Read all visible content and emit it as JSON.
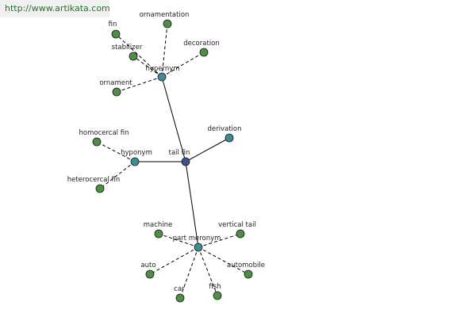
{
  "site_url": "http://www.artikata.com",
  "graph": {
    "center": {
      "id": "tailfin",
      "label": "tail fin",
      "color": "#3f4f91"
    },
    "relations": [
      {
        "id": "hypernym",
        "label": "hypernym",
        "color": "#3d8c95",
        "children": [
          {
            "id": "fin",
            "label": "fin"
          },
          {
            "id": "ornamentation",
            "label": "ornamentation"
          },
          {
            "id": "stabilizer",
            "label": "stabilizer"
          },
          {
            "id": "decoration",
            "label": "decoration"
          },
          {
            "id": "ornament",
            "label": "ornament"
          }
        ]
      },
      {
        "id": "derivation",
        "label": "derivation",
        "color": "#3d8c95",
        "children": []
      },
      {
        "id": "hyponym",
        "label": "hyponym",
        "color": "#3d8c95",
        "children": [
          {
            "id": "homocercalfin",
            "label": "homocercal fin"
          },
          {
            "id": "heterocercalfin",
            "label": "heterocercal fin"
          }
        ]
      },
      {
        "id": "partmeronym",
        "label": "part meronym",
        "color": "#3d8c95",
        "children": [
          {
            "id": "machine",
            "label": "machine"
          },
          {
            "id": "verticaltail",
            "label": "vertical tail"
          },
          {
            "id": "auto",
            "label": "auto"
          },
          {
            "id": "automobile",
            "label": "automobile"
          },
          {
            "id": "car",
            "label": "car"
          },
          {
            "id": "fish",
            "label": "fish"
          }
        ]
      }
    ],
    "leaf_color": "#4f8f45"
  }
}
